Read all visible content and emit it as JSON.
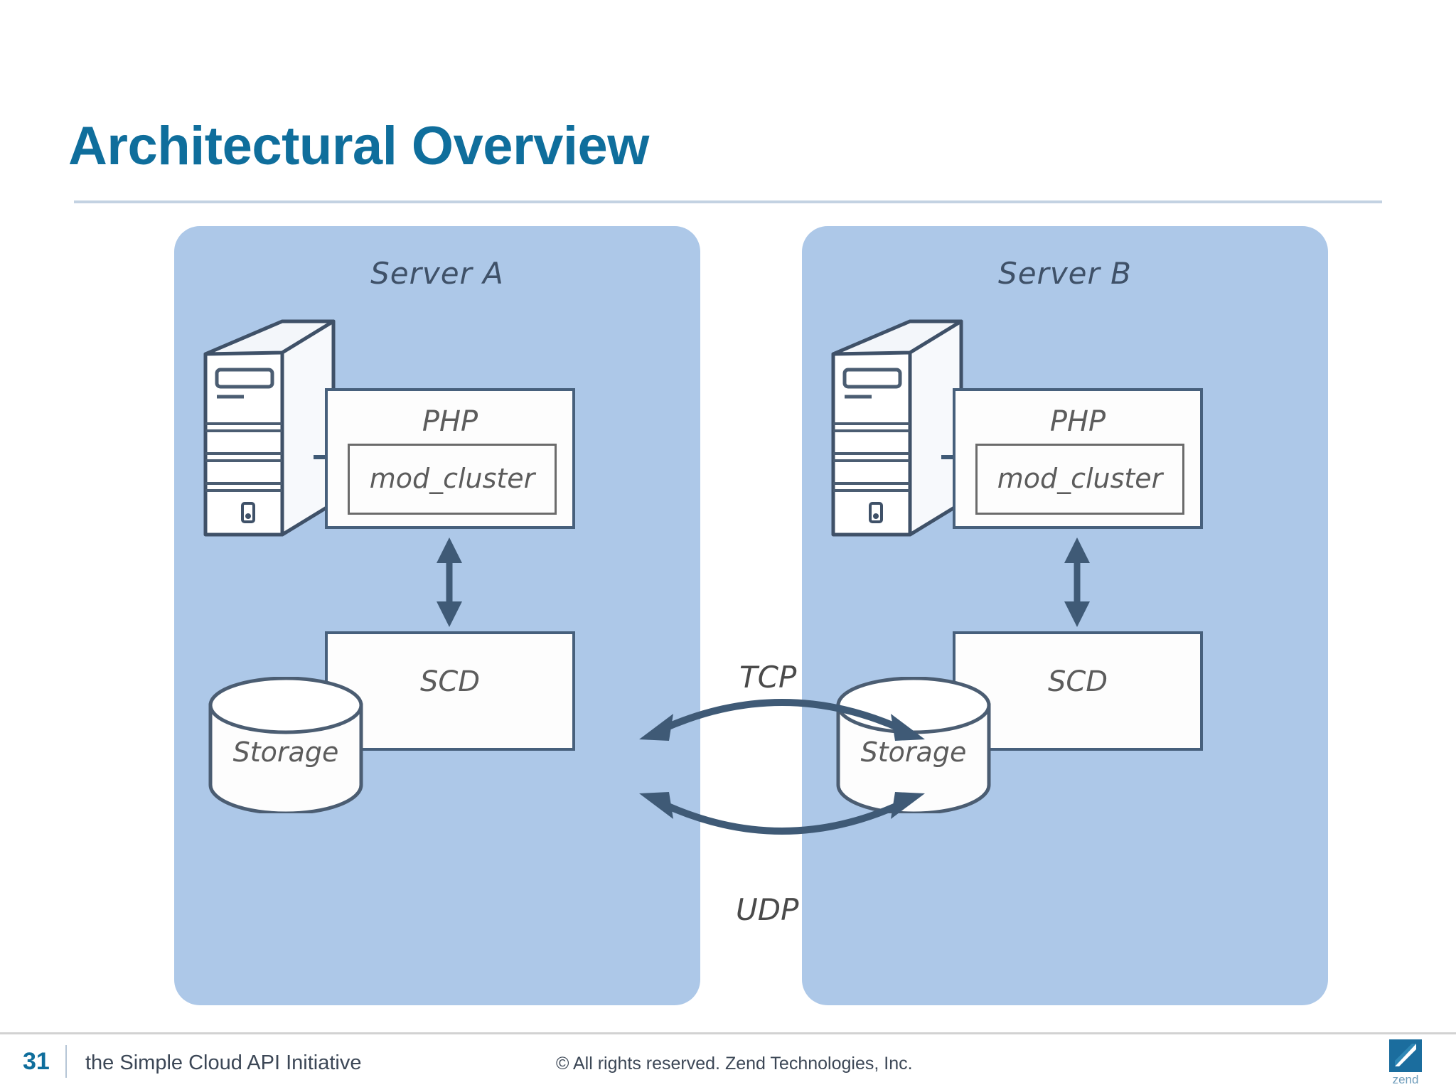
{
  "slide": {
    "title": "Architectural Overview",
    "title_color": "#0f6e9c",
    "rule_color": "#c3d2e2"
  },
  "diagram": {
    "panel_color": "#adc8e8",
    "box_border_color": "#47607c",
    "arrow_color": "#3f5a76",
    "panels": [
      {
        "id": "server-a",
        "caption": "Server A",
        "tower_icon": "server-tower-icon",
        "php_box": {
          "label": "PHP",
          "inner_label": "mod_cluster"
        },
        "scd_box": {
          "label": "SCD"
        },
        "storage": {
          "label": "Storage",
          "icon": "database-cylinder-icon"
        },
        "vertical_link_icon": "double-headed-vertical-arrow-icon"
      },
      {
        "id": "server-b",
        "caption": "Server B",
        "tower_icon": "server-tower-icon",
        "php_box": {
          "label": "PHP",
          "inner_label": "mod_cluster"
        },
        "scd_box": {
          "label": "SCD"
        },
        "storage": {
          "label": "Storage",
          "icon": "database-cylinder-icon"
        },
        "vertical_link_icon": "double-headed-vertical-arrow-icon"
      }
    ],
    "links": [
      {
        "id": "tcp-link",
        "label": "TCP",
        "icon": "double-headed-arc-arrow-up-icon"
      },
      {
        "id": "udp-link",
        "label": "UDP",
        "icon": "double-headed-arc-arrow-down-icon"
      }
    ]
  },
  "footer": {
    "page_number": "31",
    "subtitle": "the Simple Cloud API Initiative",
    "copyright": "© All rights reserved. Zend Technologies, Inc.",
    "logo": {
      "name": "zend-logo",
      "wordmark": "zend",
      "color": "#1b6d9e"
    }
  }
}
